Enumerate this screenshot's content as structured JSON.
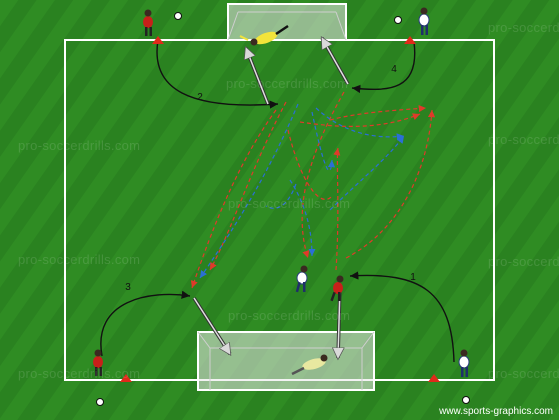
{
  "diagram": {
    "field_color": "#2e8a22",
    "line_color": "#ffffff",
    "pass_colors": {
      "red": "#e03a2a",
      "blue": "#2a6fd6"
    },
    "sequence_labels": [
      "1",
      "2",
      "3",
      "4"
    ],
    "watermark_text": "pro-soccerdrills.com",
    "credit": "www.sports-graphics.com",
    "team_colors": {
      "red_team": "#c8201a",
      "white_team": "#ffffff",
      "keeper": "#f2e43a"
    }
  }
}
